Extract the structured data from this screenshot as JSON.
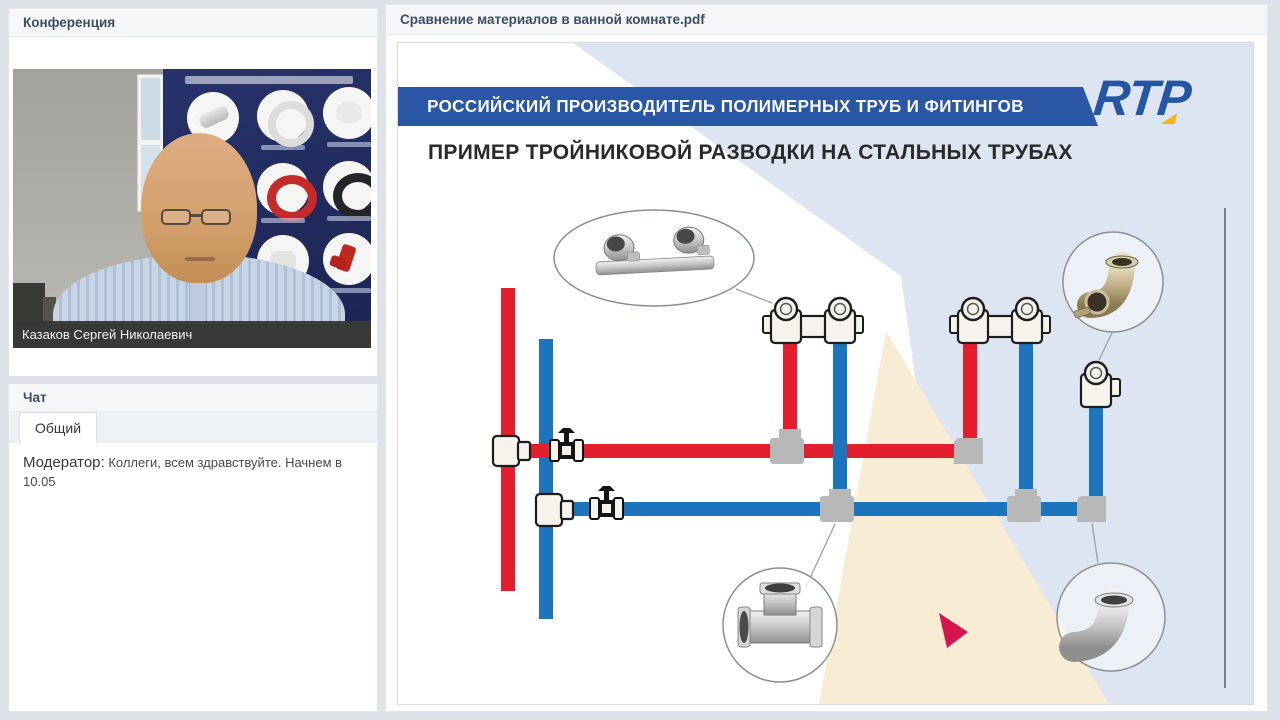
{
  "colors": {
    "page_background": "#dde1e8",
    "banner_blue": "#2a57a5",
    "logo_blue": "#2456a4",
    "logo_yellow": "#f2b713",
    "pipe_red": "#e31e2d",
    "pipe_blue": "#1b74bc",
    "fitting_gray": "#b8b8b8",
    "slide_bg_blue": "#dce5f1",
    "slide_bg_beige": "#f9ecd4",
    "cursor_red": "#d4164e"
  },
  "conference_panel": {
    "title": "Конференция",
    "participant_name": "Казаков Сергей Николаевич"
  },
  "chat_panel": {
    "title": "Чат",
    "active_tab": "Общий",
    "message": {
      "author": "Модератор:",
      "text": "Коллеги, всем здравствуйте. Начнем в 10.05"
    }
  },
  "pdf_viewer": {
    "title": "Сравнение материалов в ванной комнате.pdf"
  },
  "slide": {
    "banner_text": "РОССИЙСКИЙ ПРОИЗВОДИТЕЛЬ ПОЛИМЕРНЫХ ТРУБ И ФИТИНГОВ",
    "logo_text": "RTP",
    "heading": "ПРИМЕР ТРОЙНИКОВОЙ РАЗВОДКИ НА СТАЛЬНЫХ ТРУБАХ"
  }
}
